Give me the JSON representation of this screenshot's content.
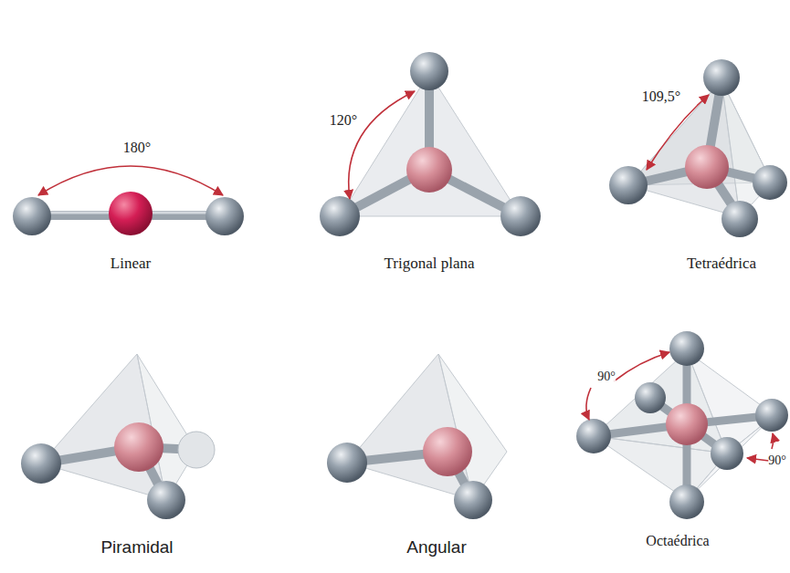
{
  "diagram": {
    "labels": [
      "180°",
      "120°",
      "109,5°",
      "Linear",
      "Trigonal plana",
      "Tetraédrica",
      "90°",
      "90°",
      "Piramidal",
      "Angular",
      "Octaédrica"
    ]
  }
}
